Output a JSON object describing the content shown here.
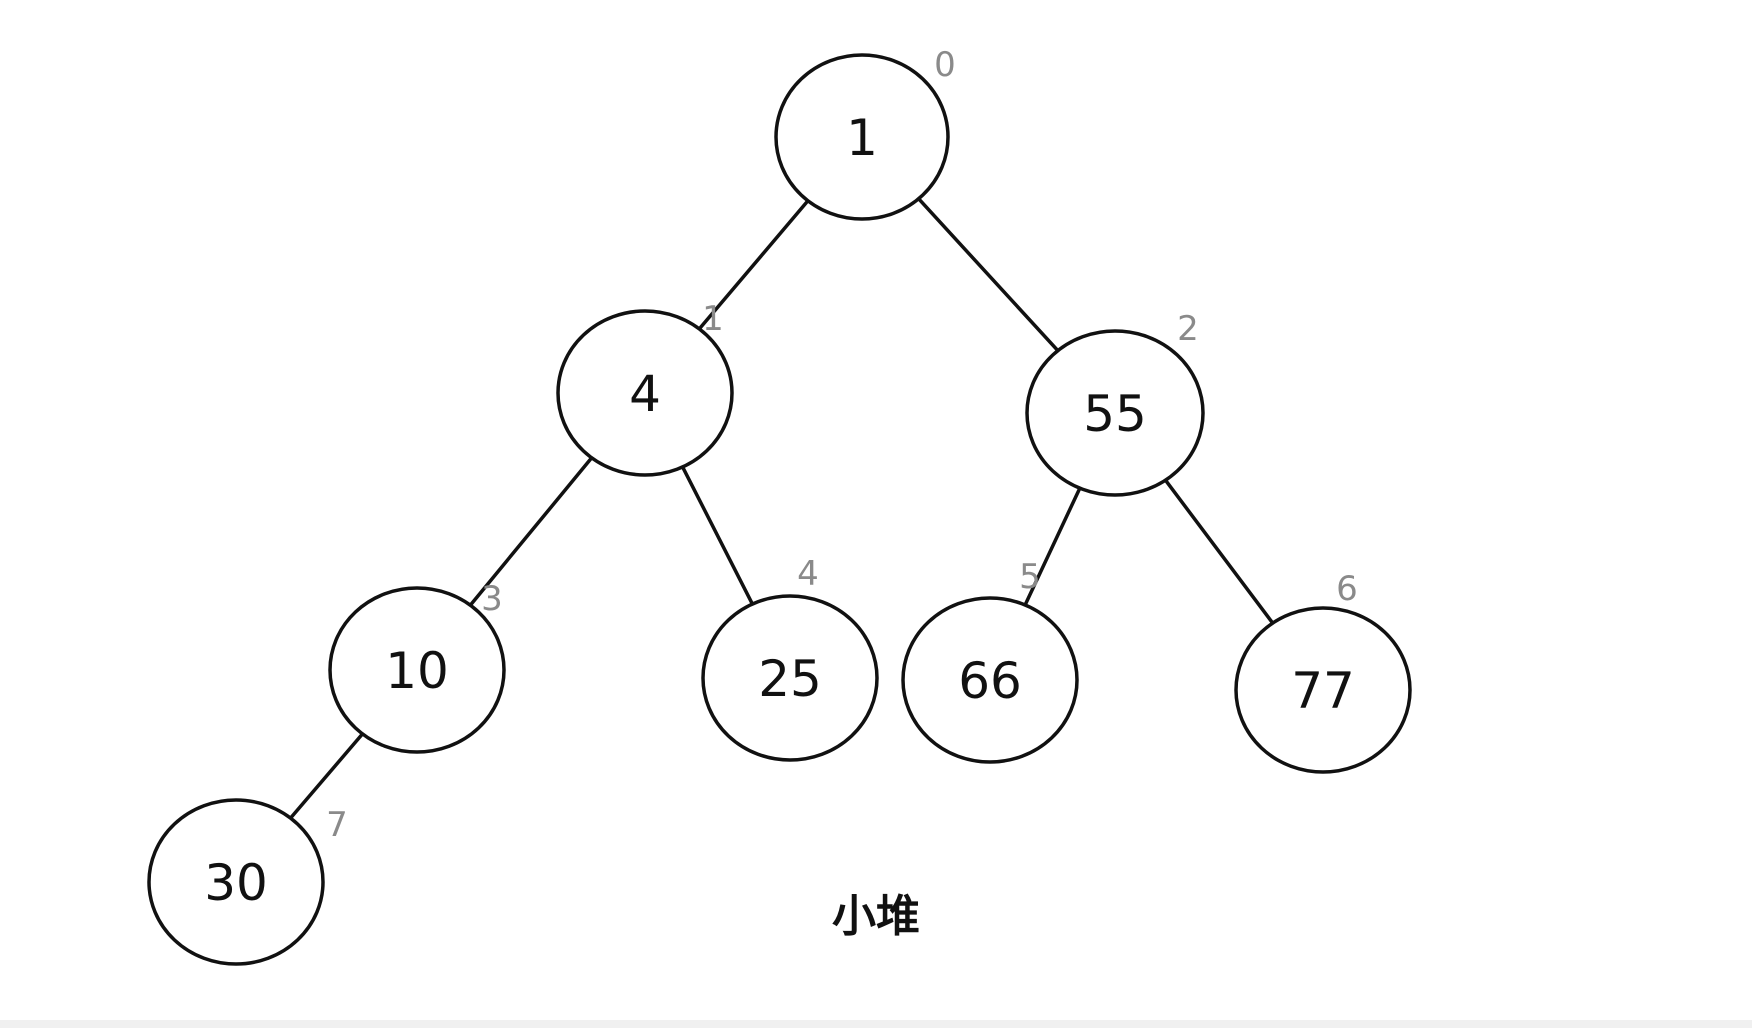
{
  "diagram": {
    "caption": "小堆",
    "nodes": [
      {
        "index": "0",
        "value": "1"
      },
      {
        "index": "1",
        "value": "4"
      },
      {
        "index": "2",
        "value": "55"
      },
      {
        "index": "3",
        "value": "10"
      },
      {
        "index": "4",
        "value": "25"
      },
      {
        "index": "5",
        "value": "66"
      },
      {
        "index": "6",
        "value": "77"
      },
      {
        "index": "7",
        "value": "30"
      }
    ],
    "edges": [
      [
        "0",
        "1"
      ],
      [
        "0",
        "2"
      ],
      [
        "1",
        "3"
      ],
      [
        "1",
        "4"
      ],
      [
        "2",
        "5"
      ],
      [
        "2",
        "6"
      ],
      [
        "3",
        "7"
      ]
    ]
  }
}
